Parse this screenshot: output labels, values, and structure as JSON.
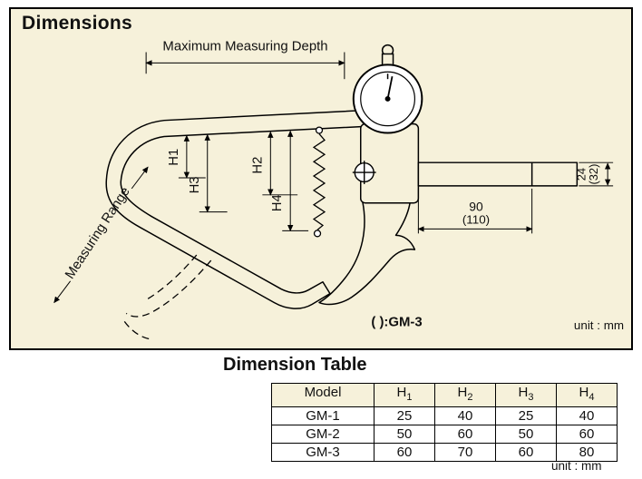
{
  "diagram": {
    "title": "Dimensions",
    "labels": {
      "max_depth": "Maximum Measuring Depth",
      "measuring_range": "Measuring Range",
      "h1": "H1",
      "h2": "H2",
      "h3": "H3",
      "h4": "H4",
      "dim_90": "90",
      "dim_110": "(110)",
      "dim_24": "24",
      "dim_32": "(32)",
      "paren_note": "( ):GM-3",
      "unit": "unit : mm"
    },
    "colors": {
      "background": "#f6f1da",
      "line": "#000000"
    }
  },
  "table": {
    "title": "Dimension Table",
    "headers": [
      {
        "base": "Model",
        "sub": ""
      },
      {
        "base": "H",
        "sub": "1"
      },
      {
        "base": "H",
        "sub": "2"
      },
      {
        "base": "H",
        "sub": "3"
      },
      {
        "base": "H",
        "sub": "4"
      }
    ],
    "rows": [
      [
        "GM-1",
        "25",
        "40",
        "25",
        "40"
      ],
      [
        "GM-2",
        "50",
        "60",
        "50",
        "60"
      ],
      [
        "GM-3",
        "60",
        "70",
        "60",
        "80"
      ]
    ],
    "unit": "unit : mm",
    "header_bg": "#f6f1da"
  }
}
